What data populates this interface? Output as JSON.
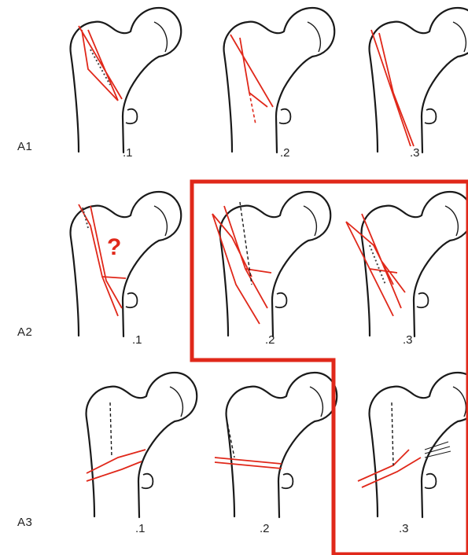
{
  "rows": [
    {
      "label": "A1",
      "subtypes": [
        ".1",
        ".2",
        ".3"
      ]
    },
    {
      "label": "A2",
      "subtypes": [
        ".1",
        ".2",
        ".3"
      ]
    },
    {
      "label": "A3",
      "subtypes": [
        ".1",
        ".2",
        ".3"
      ]
    }
  ],
  "annotation": {
    "question": "?"
  },
  "colors": {
    "outline": "#1a1a1a",
    "fracture": "#e0281a",
    "highlight": "#e0281a"
  }
}
